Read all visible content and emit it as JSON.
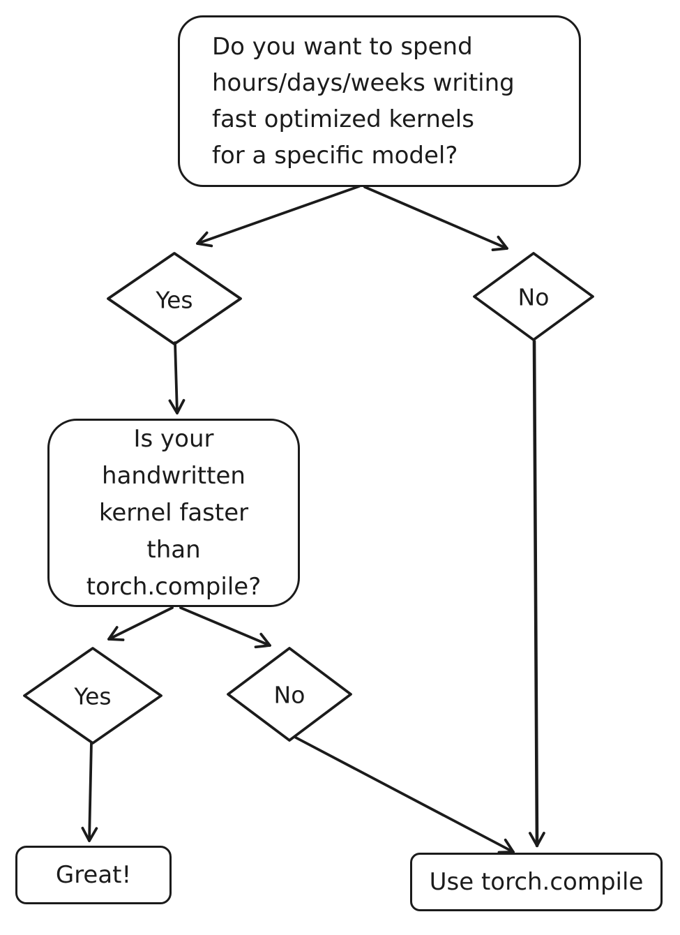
{
  "colors": {
    "stroke": "#1b1b1b",
    "background": "#ffffff"
  },
  "nodes": {
    "q1": {
      "shape": "rounded-rect",
      "lines": [
        "Do you want to spend",
        "hours/days/weeks writing",
        "fast optimized kernels",
        "for a specific model?"
      ]
    },
    "q1_yes": {
      "shape": "diamond",
      "label": "Yes"
    },
    "q1_no": {
      "shape": "diamond",
      "label": "No"
    },
    "q2": {
      "shape": "rounded-rect",
      "lines": [
        "Is your",
        "handwritten",
        "kernel faster",
        "than",
        "torch.compile?"
      ]
    },
    "q2_yes": {
      "shape": "diamond",
      "label": "Yes"
    },
    "q2_no": {
      "shape": "diamond",
      "label": "No"
    },
    "great": {
      "shape": "rounded-rect",
      "label": "Great!"
    },
    "use_compile": {
      "shape": "rounded-rect",
      "label": "Use torch.compile"
    }
  },
  "edges": [
    {
      "from": "q1",
      "to": "q1_yes"
    },
    {
      "from": "q1",
      "to": "q1_no"
    },
    {
      "from": "q1_yes",
      "to": "q2"
    },
    {
      "from": "q2",
      "to": "q2_yes"
    },
    {
      "from": "q2",
      "to": "q2_no"
    },
    {
      "from": "q2_yes",
      "to": "great"
    },
    {
      "from": "q2_no",
      "to": "use_compile"
    },
    {
      "from": "q1_no",
      "to": "use_compile"
    }
  ]
}
